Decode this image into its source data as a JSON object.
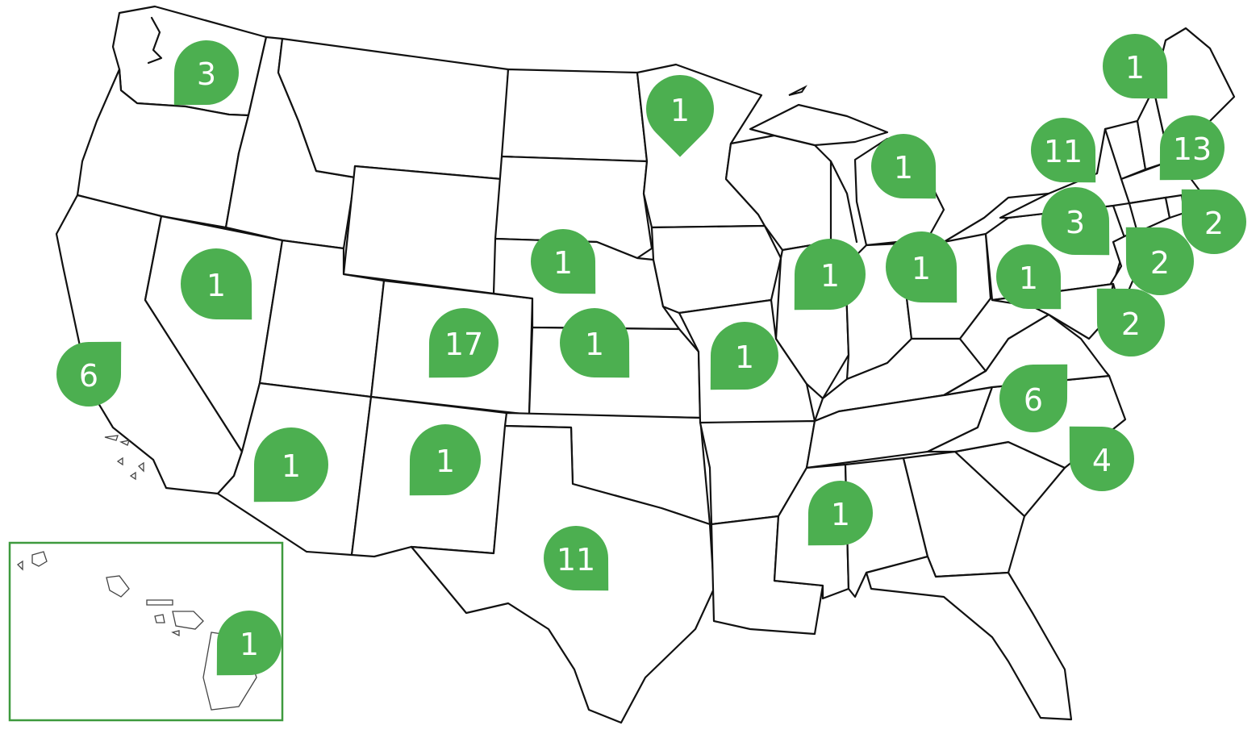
{
  "map": {
    "pin_color": "#4caf50",
    "pin_text_color": "#ffffff",
    "inset_border_color": "#3e9a3e",
    "pins": [
      {
        "id": "washington",
        "count": "3"
      },
      {
        "id": "nevada",
        "count": "1"
      },
      {
        "id": "california",
        "count": "6"
      },
      {
        "id": "arizona",
        "count": "1"
      },
      {
        "id": "new-mexico",
        "count": "1"
      },
      {
        "id": "colorado",
        "count": "17"
      },
      {
        "id": "nebraska",
        "count": "1"
      },
      {
        "id": "kansas",
        "count": "1"
      },
      {
        "id": "texas",
        "count": "11"
      },
      {
        "id": "minnesota",
        "count": "1"
      },
      {
        "id": "missouri",
        "count": "1"
      },
      {
        "id": "illinois",
        "count": "1"
      },
      {
        "id": "michigan",
        "count": "1"
      },
      {
        "id": "ohio",
        "count": "1"
      },
      {
        "id": "mississippi",
        "count": "1"
      },
      {
        "id": "west-virginia",
        "count": "1"
      },
      {
        "id": "virginia",
        "count": "6"
      },
      {
        "id": "north-carolina",
        "count": "4"
      },
      {
        "id": "new-york",
        "count": "11"
      },
      {
        "id": "pennsylvania",
        "count": "3"
      },
      {
        "id": "maine",
        "count": "1"
      },
      {
        "id": "massachusetts",
        "count": "13"
      },
      {
        "id": "rhode-island",
        "count": "2"
      },
      {
        "id": "new-jersey",
        "count": "2"
      },
      {
        "id": "maryland",
        "count": "2"
      },
      {
        "id": "hawaii",
        "count": "1"
      }
    ]
  }
}
